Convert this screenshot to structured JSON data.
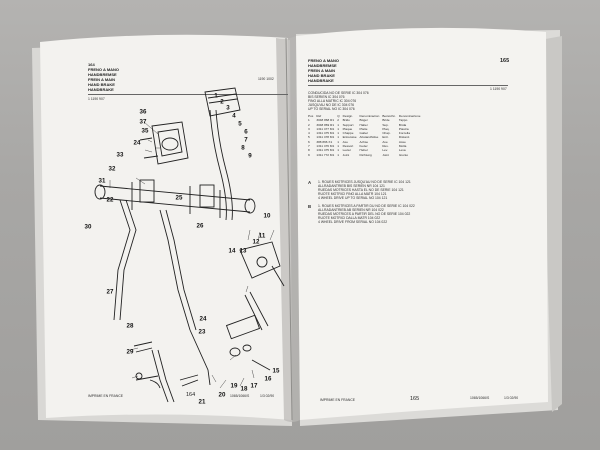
{
  "left_page": {
    "header_lines": [
      "164",
      "FRENO A MANO",
      "HANDBREMSE",
      "FREIN A MAIN",
      "HAND BRAKE",
      "HANDBRAKE"
    ],
    "ref_code": "1 1190 907",
    "corner_code": "1190 1002",
    "footer_left": "IMPRIME EN FRANCE",
    "footer_page": "164",
    "footer_model": "1065/1066/S",
    "footer_date": "1/3   02/90",
    "callouts": [
      "36",
      "37",
      "35",
      "24",
      "33",
      "32",
      "31",
      "25",
      "30",
      "26",
      "27",
      "28",
      "29",
      "22",
      "14",
      "13",
      "12",
      "11",
      "10",
      "9",
      "8",
      "7",
      "6",
      "5",
      "4",
      "3",
      "2",
      "1",
      "23",
      "24",
      "16",
      "15",
      "17",
      "18",
      "19",
      "20",
      "21"
    ]
  },
  "right_page": {
    "page_number": "165",
    "header_lines": [
      "FRENO A MANO",
      "HANDBREMSE",
      "FREIN A MAIN",
      "HAND BRAKE",
      "HANDBRAKE"
    ],
    "ref_code": "1 1190 907",
    "notes": [
      "CONDUCIDA NO DE SERIE IC 304 076",
      "BIS SERIEN        IC 304 076",
      "FINO ALLA MATRIC  IC 304 076",
      "JUSQU'AU NO DE    IC 304 076",
      "UP TO SERIAL NO   IC 304 076"
    ],
    "col_headers": [
      "Pos",
      "Ref",
      "Q",
      "Design.",
      "Denominacion",
      "Bezeichn.",
      "Denominazione"
    ],
    "rows": [
      [
        "1",
        "3048 868 R1",
        "2",
        "Brido",
        "Bügel",
        "Bride",
        "Tappo"
      ],
      [
        "2",
        "3048 869 R1",
        "1",
        "Support",
        "Halter",
        "Sup.",
        "Brida"
      ],
      [
        "3",
        "1311 477 M1",
        "1",
        "Plaque",
        "Platte",
        "Plaq.",
        "Piastra"
      ],
      [
        "4",
        "1311 475 M1",
        "1",
        "Chappe",
        "Gabel",
        "Chap.",
        "Forcella"
      ],
      [
        "5",
        "1311 478 M1",
        "1",
        "Entretoise",
        "Abstandhülse",
        "Entr.",
        "Distanz."
      ],
      [
        "6",
        "388 866 X1",
        "1",
        "Axe",
        "Achse",
        "Axe",
        "Asse"
      ],
      [
        "7",
        "1311 476 M1",
        "1",
        "Ressort",
        "Feder",
        "Res.",
        "Molla"
      ],
      [
        "8",
        "1311 475 M1",
        "1",
        "Levier",
        "Hebel",
        "Lev.",
        "Leva"
      ],
      [
        "9",
        "1311 772 M1",
        "1",
        "Joint",
        "Dichtung",
        "Joint",
        "Giunto"
      ]
    ],
    "block_a_tag": "A",
    "block_a": [
      "1. ROUES MOTRICES JUSQU'AU NO DE SERIE IC 104 121",
      "ALLRADANTRIEB BIS SERIEN NR 104 121",
      "RUEDAS MOTRICES HASTA EL NO DE SERIE 104 121",
      "RUOTE MOTRICI FINO ALLA MATR 104 121",
      "4 WHEEL DRIVE UP TO SERIAL NO 104 121"
    ],
    "block_b_tag": "B",
    "block_b": [
      "1. ROUES MOTRICES A PARTIR DU NO DE SERIE IC 104 022",
      "ALLRADANTRIEB AB SERIEN NR 104 022",
      "RUEDAS MOTRICES A PARTIR DEL NO DE SERIE 104 022",
      "RUOTE MOTRICI DALLA MATR 104 022",
      "4 WHEEL DRIVE FROM SERIAL NO 104 022"
    ],
    "footer_left": "IMPRIME EN FRANCE",
    "footer_page": "165",
    "footer_model": "1065/1066/S",
    "footer_date": "1/3   02/90"
  }
}
